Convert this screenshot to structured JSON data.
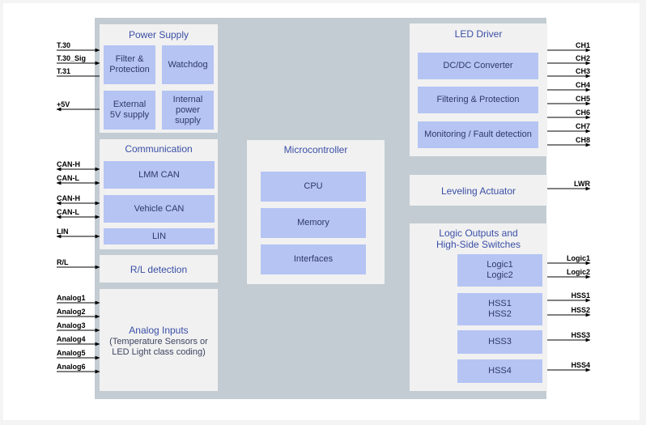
{
  "colors": {
    "board": "#c3ccd3",
    "block": "#f1f1f1",
    "sub_block": "#b5c4f3",
    "title_text": "#3a4fa6",
    "sub_text": "#2e3a66",
    "wire": "#000000"
  },
  "blocks": {
    "power_supply": {
      "title": "Power Supply",
      "subs": [
        "Filter &\nProtection",
        "Watchdog",
        "External\n5V supply",
        "Internal\npower\nsupply"
      ]
    },
    "communication": {
      "title": "Communication",
      "subs": [
        "LMM CAN",
        "Vehicle CAN",
        "LIN"
      ]
    },
    "rl_detection": {
      "title": "R/L detection"
    },
    "analog_inputs": {
      "title": "Analog Inputs",
      "note": "(Temperature Sensors or\nLED Light class coding)"
    },
    "microcontroller": {
      "title": "Microcontroller",
      "subs": [
        "CPU",
        "Memory",
        "Interfaces"
      ]
    },
    "led_driver": {
      "title": "LED Driver",
      "subs": [
        "DC/DC Converter",
        "Filtering & Protection",
        "Monitoring / Fault detection"
      ]
    },
    "leveling_actuator": {
      "title": "Leveling Actuator"
    },
    "logic_outputs": {
      "title": "Logic Outputs and\nHigh-Side Switches",
      "subs": [
        "Logic1\nLogic2",
        "HSS1\nHSS2",
        "HSS3",
        "HSS4"
      ]
    }
  },
  "signals": {
    "left": [
      {
        "label": "T.30",
        "dir": "in"
      },
      {
        "label": "T.30_Sig",
        "dir": "in"
      },
      {
        "label": "T.31",
        "dir": "none"
      },
      {
        "label": "+5V",
        "dir": "out"
      },
      {
        "label": "CAN-H",
        "dir": "bi"
      },
      {
        "label": "CAN-L",
        "dir": "bi"
      },
      {
        "label": "CAN-H",
        "dir": "bi"
      },
      {
        "label": "CAN-L",
        "dir": "bi"
      },
      {
        "label": "LIN",
        "dir": "bi"
      },
      {
        "label": "R/L",
        "dir": "in"
      },
      {
        "label": "Analog1",
        "dir": "in"
      },
      {
        "label": "Analog2",
        "dir": "in"
      },
      {
        "label": "Analog3",
        "dir": "in"
      },
      {
        "label": "Analog4",
        "dir": "in"
      },
      {
        "label": "Analog5",
        "dir": "in"
      },
      {
        "label": "Analog6",
        "dir": "in"
      }
    ],
    "right": [
      {
        "label": "CH1",
        "dir": "out"
      },
      {
        "label": "CH2",
        "dir": "out"
      },
      {
        "label": "CH3",
        "dir": "out"
      },
      {
        "label": "CH4",
        "dir": "out"
      },
      {
        "label": "CH5",
        "dir": "out"
      },
      {
        "label": "CH6",
        "dir": "out"
      },
      {
        "label": "CH7",
        "dir": "out"
      },
      {
        "label": "CH8",
        "dir": "out"
      },
      {
        "label": "LWR",
        "dir": "out"
      },
      {
        "label": "Logic1",
        "dir": "out"
      },
      {
        "label": "Logic2",
        "dir": "out"
      },
      {
        "label": "HSS1",
        "dir": "out"
      },
      {
        "label": "HSS2",
        "dir": "out"
      },
      {
        "label": "HSS3",
        "dir": "out"
      },
      {
        "label": "HSS4",
        "dir": "out"
      }
    ]
  }
}
